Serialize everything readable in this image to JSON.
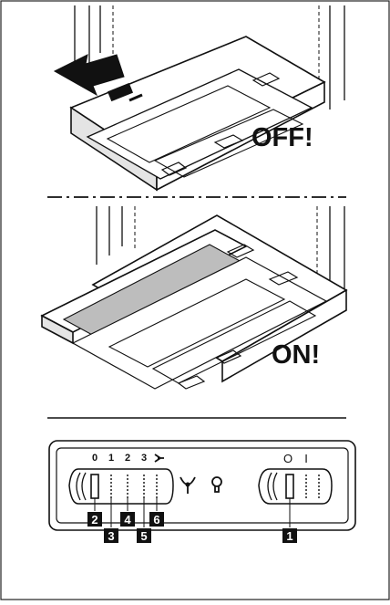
{
  "panel_off": {
    "label": "OFF!"
  },
  "panel_on": {
    "label": "ON!"
  },
  "control_panel": {
    "speed_markers": [
      "0",
      "1",
      "2",
      "3"
    ],
    "fan_symbol": "fan-icon",
    "light_symbol": "light-icon",
    "light_switch_markers": [
      "O",
      "I"
    ],
    "callouts": {
      "c1": "1",
      "c2": "2",
      "c3": "3",
      "c4": "4",
      "c5": "5",
      "c6": "6"
    }
  },
  "colors": {
    "ink": "#111111",
    "panel_shade": "#e4e4e4",
    "filter_shade": "#bdbdbd",
    "callout_bg": "#111111",
    "callout_text": "#ffffff"
  }
}
